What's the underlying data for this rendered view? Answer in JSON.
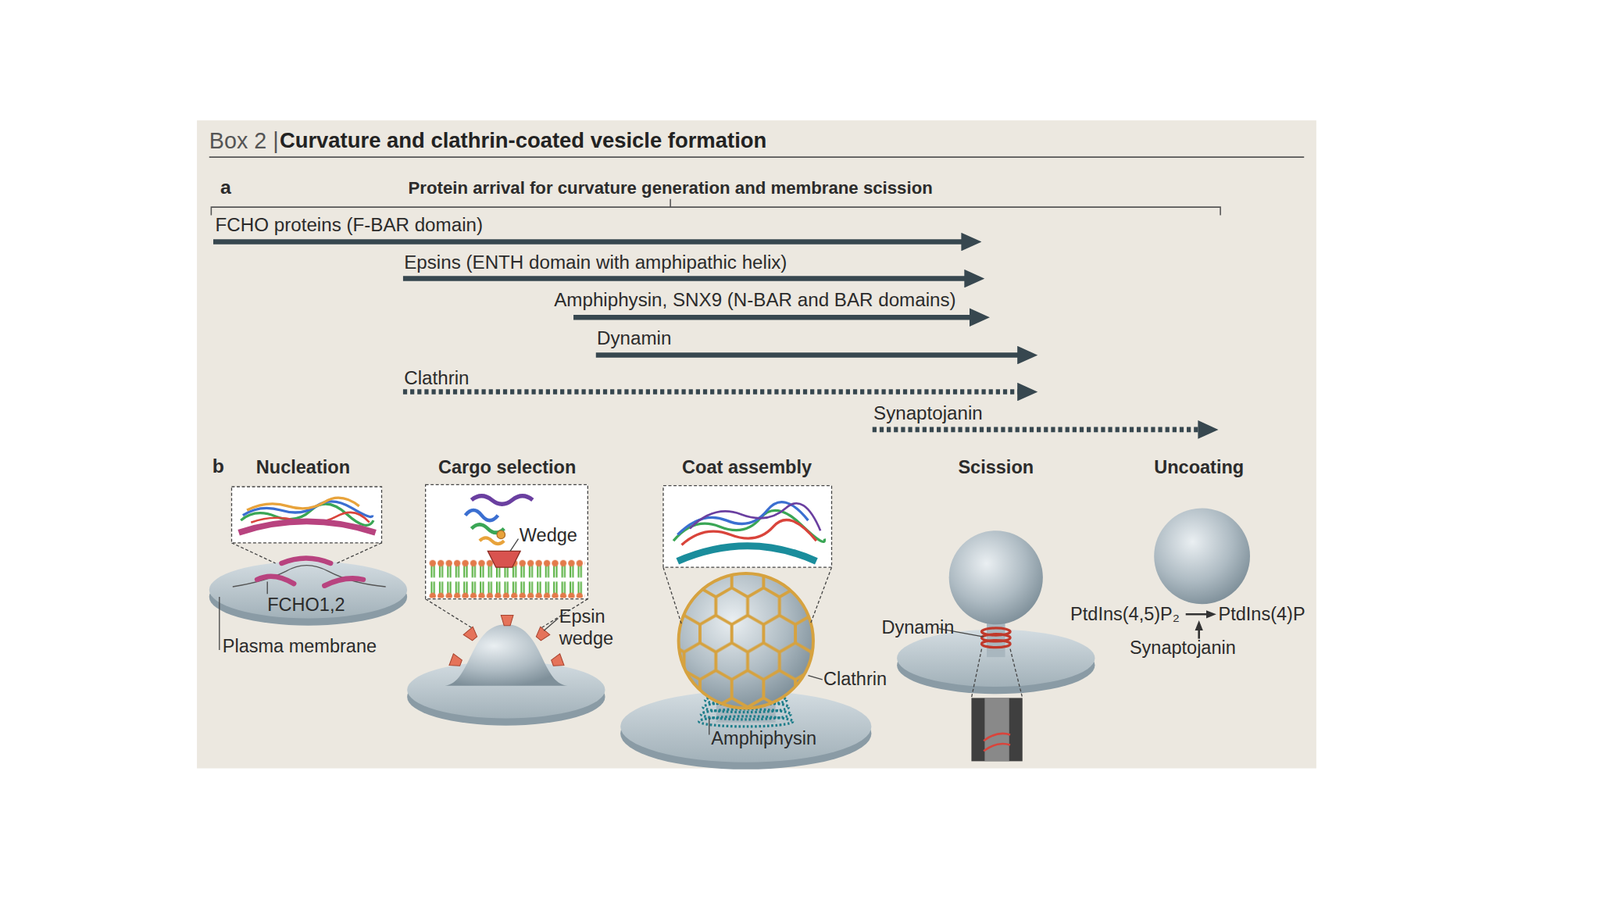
{
  "diagram": {
    "title": "Curvature and clathrin-coated vesicle formation",
    "labels": [
      "Box 2 |",
      "a",
      "Protein arrival for curvature generation and membrane scission",
      "FCHO proteins (F-BAR domain)",
      "Epsins (ENTH domain with amphipathic helix)",
      "Amphiphysin, SNX9 (N-BAR and BAR domains)",
      "Dynamin",
      "Clathrin",
      "Synaptojanin",
      "b",
      "Nucleation",
      "Cargo selection",
      "Coat assembly",
      "Scission",
      "Uncoating",
      "FCHO1,2",
      "Plasma membrane",
      "Wedge",
      "Epsin wedge",
      "Clathrin",
      "Amphiphysin",
      "Dynamin",
      "PtdIns(4,5)P₂",
      "PtdIns(4)P",
      "Synaptojanin"
    ]
  }
}
